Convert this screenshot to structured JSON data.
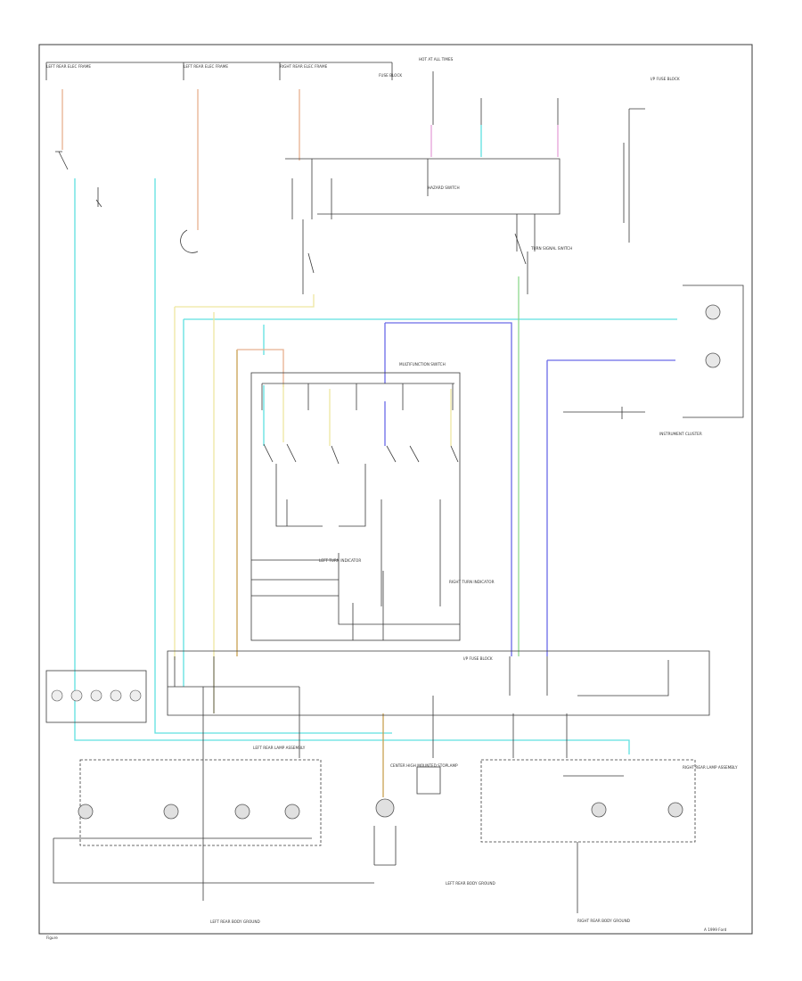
{
  "labels": {
    "top_left_1": "LEFT REAR ELEC FRAME",
    "top_left_2": "LEFT REAR ELEC FRAME",
    "top_left_3": "RIGHT REAR ELEC FRAME",
    "hot_at_all_times": "HOT AT ALL TIMES",
    "fuse_block": "FUSE BLOCK",
    "i_p_fuse": "I/P FUSE BLOCK",
    "instrument_cluster": "INSTRUMENT CLUSTER",
    "hazard_switch": "HAZARD SWITCH",
    "turn_signal_switch": "TURN SIGNAL SWITCH",
    "left_turn_indicator": "LEFT TURN INDICATOR",
    "right_turn_indicator": "RIGHT TURN INDICATOR",
    "multifunction": "MULTIFUNCTION SWITCH",
    "left_rear_lamp": "LEFT REAR LAMP ASSEMBLY",
    "right_rear_lamp": "RIGHT REAR LAMP ASSEMBLY",
    "high_mount": "CENTER HIGH MOUNTED STOPLAMP",
    "left_rear_ground": "LEFT REAR BODY GROUND",
    "right_rear_ground": "RIGHT REAR BODY GROUND",
    "left_ground": "LEFT REAR BODY GROUND",
    "footer_left": "Figure",
    "footer_right": "A 1999 Ford"
  }
}
